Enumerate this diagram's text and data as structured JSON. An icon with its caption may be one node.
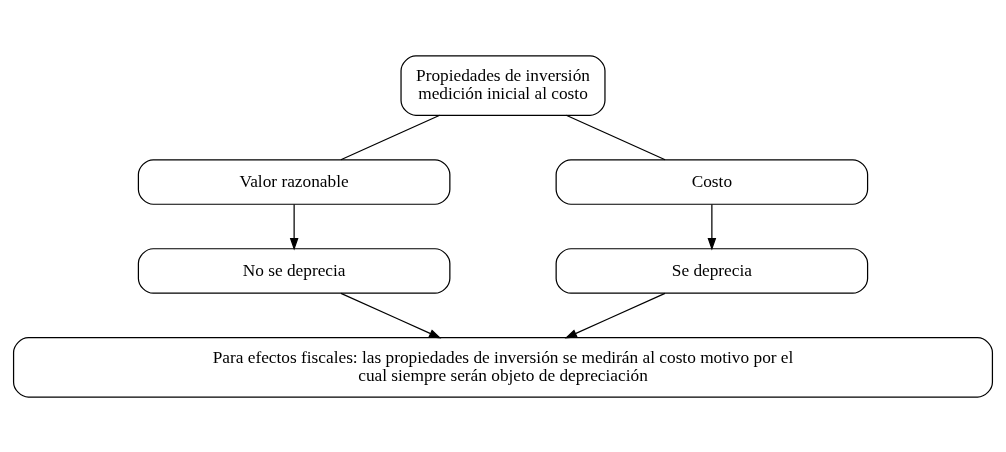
{
  "diagram": {
    "nodes": [
      {
        "text": [
          "Propiedades de inversión medición inicial al costo"
        ]
      },
      {
        "text": [
          "Valor razonable"
        ]
      },
      {
        "text": [
          "Costo"
        ]
      },
      {
        "text": [
          "No se deprecia"
        ]
      },
      {
        "text": [
          "Se deprecia"
        ]
      },
      {
        "text": [
          "Para efectos fiscales: las propiedades de inversión se medirán al costo motivo por el cual siempre serán objeto de depreciación"
        ]
      }
    ],
    "edges": [
      {
        "from": 0,
        "to": 1,
        "arrow": "none"
      },
      {
        "from": 0,
        "to": 2,
        "arrow": "none"
      },
      {
        "from": 1,
        "to": 3,
        "arrow": "to"
      },
      {
        "from": 2,
        "to": 4,
        "arrow": "to"
      },
      {
        "from": 3,
        "to": 5,
        "arrow": "to"
      },
      {
        "from": 4,
        "to": 5,
        "arrow": "to"
      }
    ]
  }
}
